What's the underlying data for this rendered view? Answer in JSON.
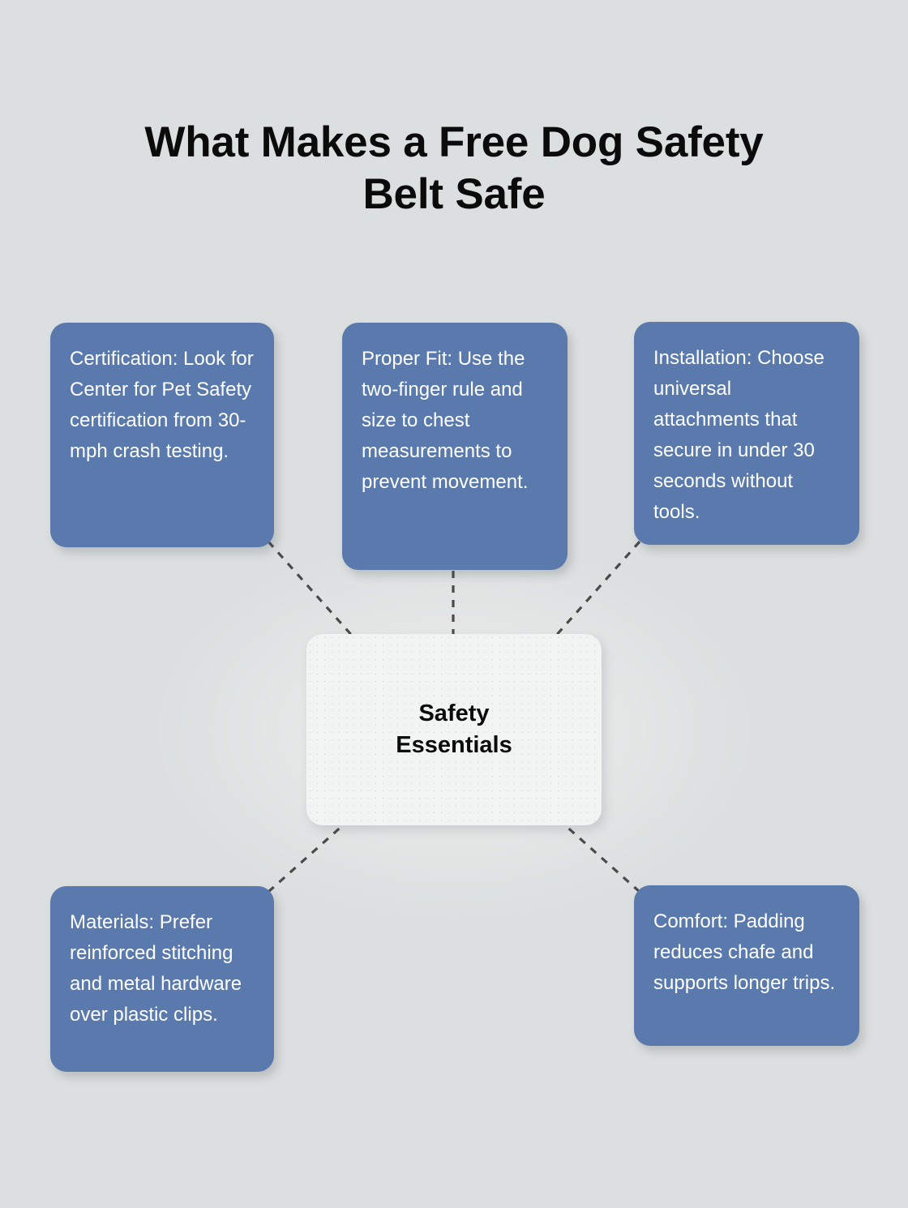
{
  "page": {
    "title": "What Makes a Free Dog Safety Belt Safe",
    "title_line1": "What Makes a Free Dog Safety",
    "title_line2": "Belt Safe",
    "background_color": "#dcdfdf"
  },
  "colors": {
    "background": "#dcdfdf",
    "node_blue": "#5a79ac",
    "node_text": "#ffffff",
    "center_fill": "#f2f3f3",
    "center_text": "#0b0b0b",
    "title_text": "#0b0b0b",
    "connector": "#4a4a4a"
  },
  "diagram": {
    "type": "hub-and-spoke",
    "center": {
      "id": "safety-essentials",
      "label": "Safety Essentials",
      "label_line1": "Safety",
      "label_line2": "Essentials"
    },
    "nodes": [
      {
        "id": "certification",
        "position": "top-left",
        "text": "Certification: Look for Center for Pet Safety certification from 30-mph crash testing."
      },
      {
        "id": "proper-fit",
        "position": "top-center",
        "text": "Proper Fit: Use the two-finger rule and size to chest measurements to prevent movement."
      },
      {
        "id": "installation",
        "position": "top-right",
        "text": "Installation: Choose universal attachments that secure in under 30 seconds without tools."
      },
      {
        "id": "materials",
        "position": "bottom-left",
        "text": "Materials: Prefer reinforced stitching and metal hardware over plastic clips."
      },
      {
        "id": "comfort",
        "position": "bottom-right",
        "text": "Comfort: Padding reduces chafe and supports longer trips."
      }
    ],
    "connectors": [
      {
        "from": "certification",
        "to": "safety-essentials",
        "style": "dashed"
      },
      {
        "from": "proper-fit",
        "to": "safety-essentials",
        "style": "dashed"
      },
      {
        "from": "installation",
        "to": "safety-essentials",
        "style": "dashed"
      },
      {
        "from": "materials",
        "to": "safety-essentials",
        "style": "dashed"
      },
      {
        "from": "comfort",
        "to": "safety-essentials",
        "style": "dashed"
      }
    ]
  }
}
